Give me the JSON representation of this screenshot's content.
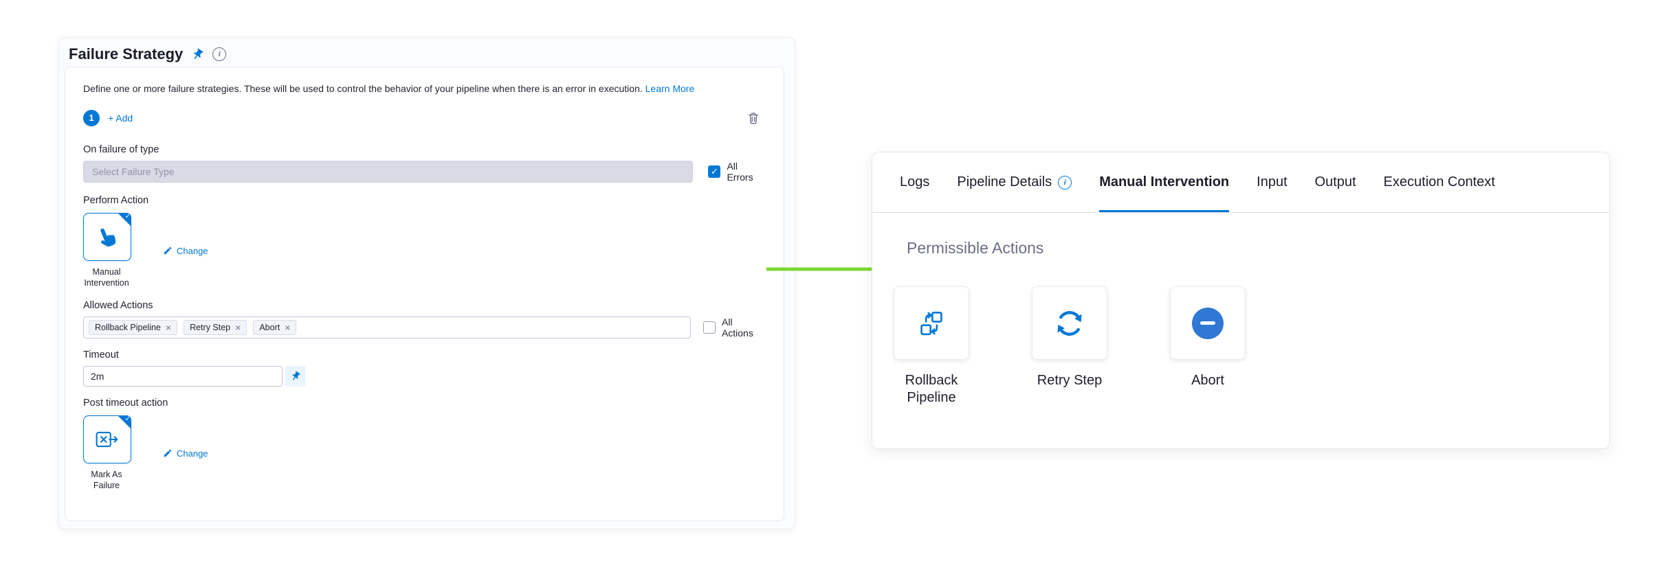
{
  "accent": {
    "primary_blue": "#0278d5",
    "arrow_green": "#7dd733"
  },
  "left_panel": {
    "title": "Failure Strategy",
    "description": "Define one or more failure strategies. These will be used to control the behavior of your pipeline when there is an error in execution.",
    "learn_more_label": "Learn More",
    "strategy_index": "1",
    "add_label": "+ Add",
    "fields": {
      "on_failure_label": "On failure of type",
      "failure_type_placeholder": "Select Failure Type",
      "all_errors_label": "All Errors",
      "perform_action_label": "Perform Action",
      "perform_action_name": "Manual Intervention",
      "change_label": "Change",
      "allowed_actions_label": "Allowed Actions",
      "tags": [
        "Rollback Pipeline",
        "Retry Step",
        "Abort"
      ],
      "all_actions_label": "All Actions",
      "timeout_label": "Timeout",
      "timeout_value": "2m",
      "post_timeout_label": "Post timeout action",
      "post_timeout_action_name": "Mark As Failure"
    }
  },
  "right_panel": {
    "tabs": [
      {
        "label": "Logs"
      },
      {
        "label": "Pipeline Details"
      },
      {
        "label": "Manual Intervention"
      },
      {
        "label": "Input"
      },
      {
        "label": "Output"
      },
      {
        "label": "Execution Context"
      }
    ],
    "active_tab": "Manual Intervention",
    "heading": "Permissible Actions",
    "actions": [
      {
        "label": "Rollback Pipeline",
        "icon": "rollback-pipeline-icon"
      },
      {
        "label": "Retry Step",
        "icon": "retry-step-icon"
      },
      {
        "label": "Abort",
        "icon": "abort-icon"
      }
    ]
  }
}
